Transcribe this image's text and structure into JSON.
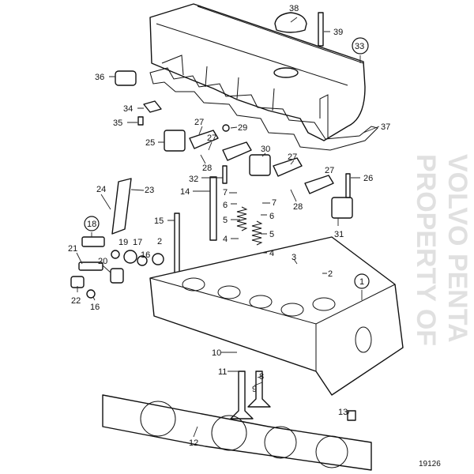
{
  "diagram": {
    "drawing_number": "19126",
    "watermark": [
      "PROPERTY OF",
      "VOLVO PENTA"
    ],
    "part_labels": [
      "38",
      "39",
      "33",
      "36",
      "34",
      "35",
      "27",
      "29",
      "25",
      "27",
      "37",
      "30",
      "27",
      "28",
      "28",
      "32",
      "26",
      "27",
      "24",
      "23",
      "14",
      "7",
      "7",
      "6",
      "6",
      "5",
      "5",
      "15",
      "31",
      "18",
      "19",
      "17",
      "16",
      "2",
      "4",
      "4",
      "3",
      "2",
      "1",
      "21",
      "20",
      "22",
      "16",
      "10",
      "11",
      "8",
      "9",
      "13",
      "12"
    ]
  }
}
